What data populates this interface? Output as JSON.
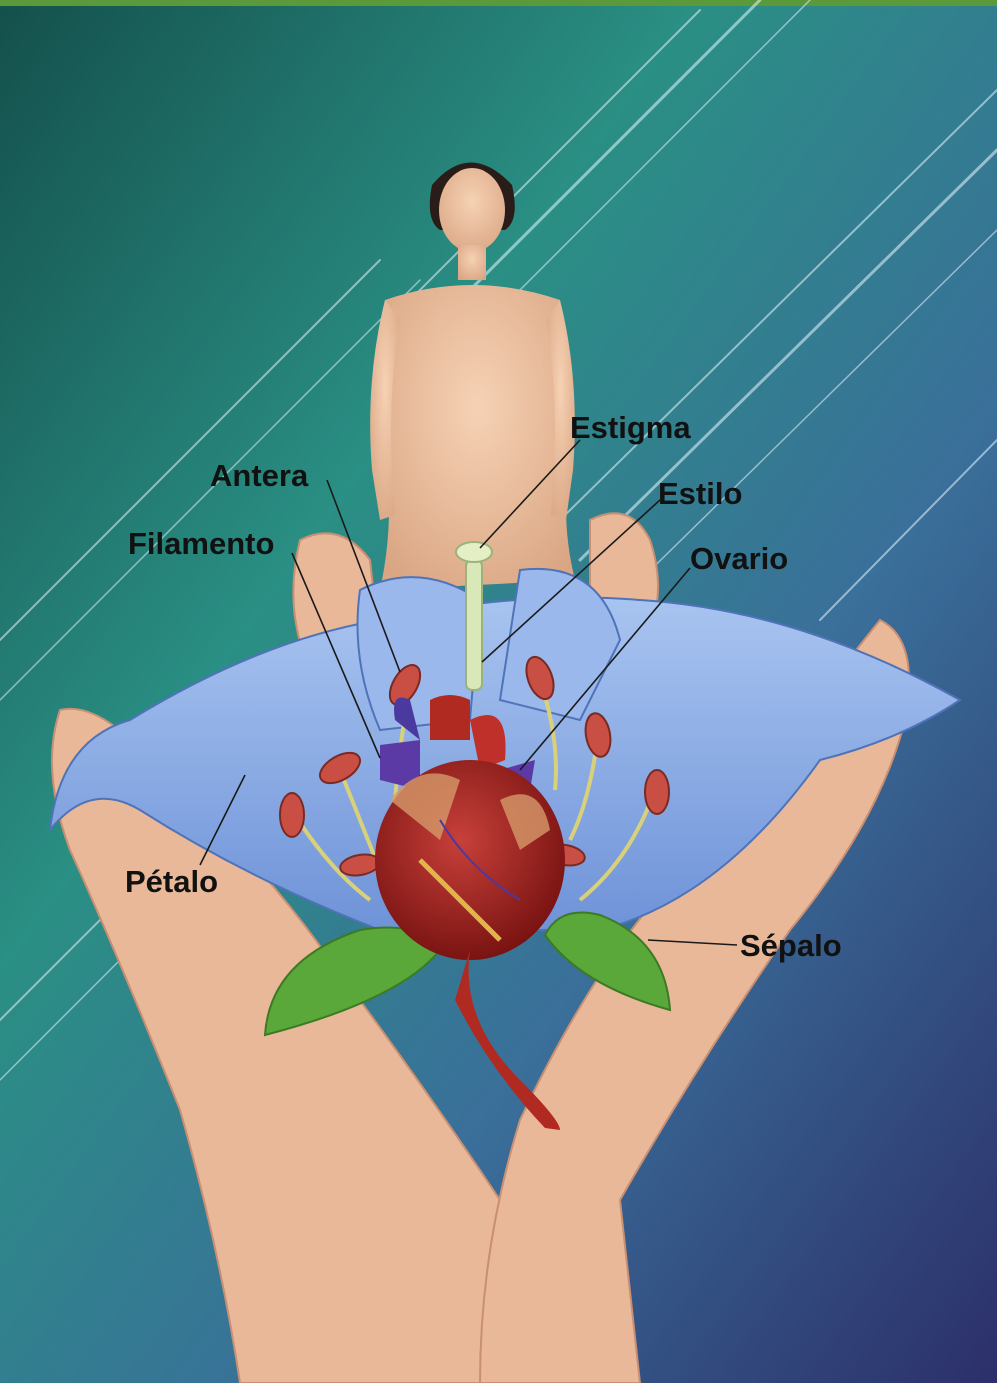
{
  "colors": {
    "background_top_left": "#1c5f5a",
    "background_mid": "#2a8f84",
    "background_right": "#4a4f9a",
    "petal": "#8fb0e6",
    "sepal": "#5aa83a",
    "heart": "#a6231e",
    "skin": "#f2c6a3",
    "style": "#d9e8b8",
    "anther": "#c94f44",
    "filament": "#d8d17a"
  },
  "labels": {
    "estigma": "Estigma",
    "antera": "Antera",
    "estilo": "Estilo",
    "filamento": "Filamento",
    "ovario": "Ovario",
    "petalo": "Pétalo",
    "sepalo": "Sépalo"
  }
}
